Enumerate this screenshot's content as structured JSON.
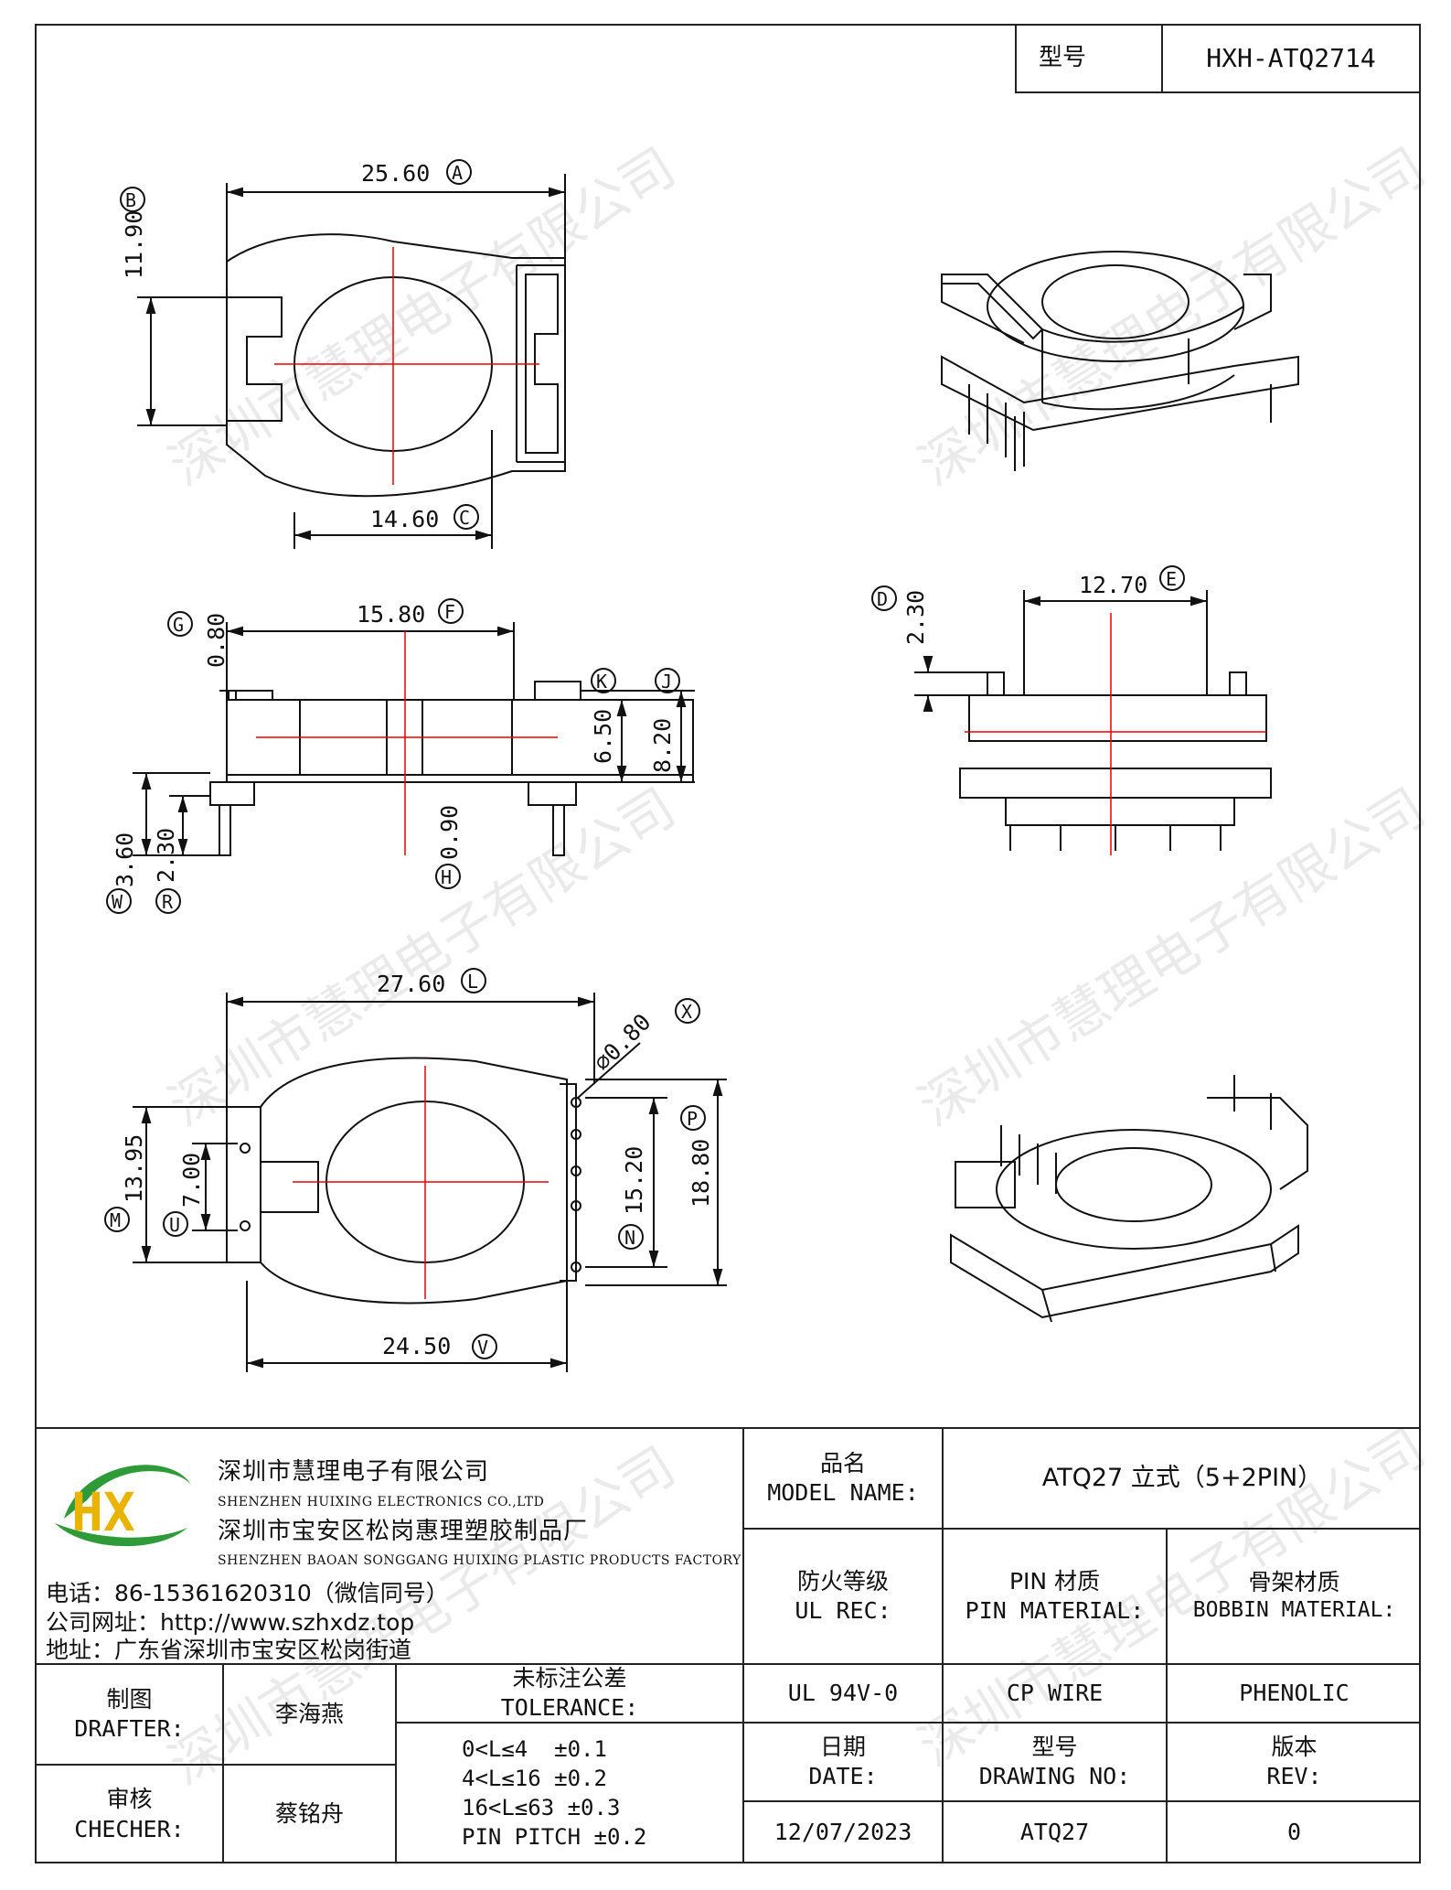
{
  "title_block": {
    "model_label": "型号",
    "model_value": "HXH-ATQ2714"
  },
  "dimensions": {
    "A": {
      "value": "25.60",
      "letter": "A"
    },
    "B": {
      "value": "11.90",
      "letter": "B"
    },
    "C": {
      "value": "14.60",
      "letter": "C"
    },
    "D": {
      "value": "2.30",
      "letter": "D"
    },
    "E": {
      "value": "12.70",
      "letter": "E"
    },
    "F": {
      "value": "15.80",
      "letter": "F"
    },
    "G": {
      "value": "0.80",
      "letter": "G"
    },
    "H": {
      "value": "0.90",
      "letter": "H"
    },
    "J": {
      "value": "8.20",
      "letter": "J"
    },
    "K": {
      "value": "6.50",
      "letter": "K"
    },
    "L": {
      "value": "27.60",
      "letter": "L"
    },
    "M": {
      "value": "13.95",
      "letter": "M"
    },
    "N": {
      "value": "15.20",
      "letter": "N"
    },
    "P": {
      "value": "18.80",
      "letter": "P"
    },
    "R": {
      "value": "2.30",
      "letter": "R"
    },
    "U": {
      "value": "7.00",
      "letter": "U"
    },
    "V": {
      "value": "24.50",
      "letter": "V"
    },
    "W": {
      "value": "3.60",
      "letter": "W"
    },
    "X": {
      "value": "⌀0.80",
      "letter": "X"
    }
  },
  "watermark": "深圳市慧理电子有限公司",
  "company": {
    "logo_letters": "HX",
    "name_cn_1": "深圳市慧理电子有限公司",
    "name_en_1": "SHENZHEN HUIXING ELECTRONICS CO.,LTD",
    "name_cn_2": "深圳市宝安区松岗惠理塑胶制品厂",
    "name_en_2": "SHENZHEN BAOAN SONGGANG HUIXING PLASTIC PRODUCTS FACTORY",
    "phone": "电话：86-15361620310（微信同号）",
    "website": "公司网址：http://www.szhxdz.top",
    "address": "地址：广东省深圳市宝安区松岗街道"
  },
  "table": {
    "model_name_label_cn": "品名",
    "model_name_label_en": "MODEL NAME:",
    "model_name_value": "ATQ27 立式（5+2PIN）",
    "ul_label_cn": "防火等级",
    "ul_label_en": "UL REC:",
    "pin_label_cn": "PIN 材质",
    "pin_label_en": "PIN MATERIAL:",
    "bobbin_label_cn": "骨架材质",
    "bobbin_label_en": "BOBBIN MATERIAL:",
    "ul_value": "UL 94V-0",
    "pin_value": "CP WIRE",
    "bobbin_value": "PHENOLIC",
    "drafter_label_cn": "制图",
    "drafter_label_en": "DRAFTER:",
    "drafter_value": "李海燕",
    "checker_label_cn": "审核",
    "checker_label_en": "CHECHER:",
    "checker_value": "蔡铭舟",
    "tolerance_label_cn": "未标注公差",
    "tolerance_label_en": "TOLERANCE:",
    "tolerance_rows": [
      "0<L≤4  ±0.1",
      "4<L≤16 ±0.2",
      "16<L≤63 ±0.3",
      "PIN PITCH ±0.2"
    ],
    "date_label_cn": "日期",
    "date_label_en": "DATE:",
    "date_value": "12/07/2023",
    "drawing_no_label_cn": "型号",
    "drawing_no_label_en": "DRAWING NO:",
    "drawing_no_value": "ATQ27",
    "rev_label_cn": "版本",
    "rev_label_en": "REV:",
    "rev_value": "0"
  }
}
